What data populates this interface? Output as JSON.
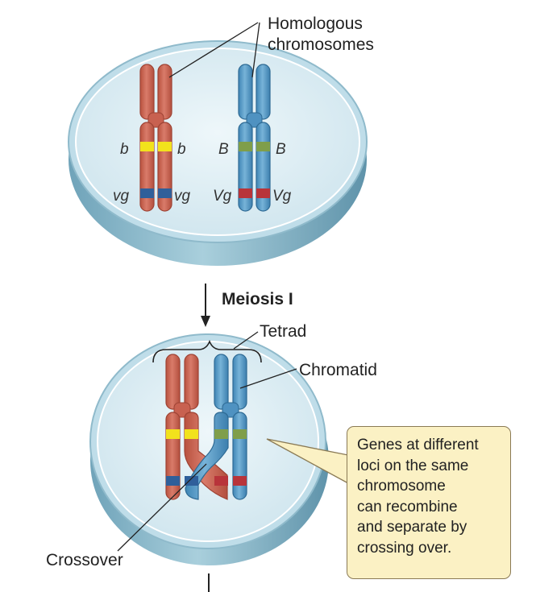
{
  "labels": {
    "homologous_line1": "Homologous",
    "homologous_line2": "chromosomes",
    "meiosis": "Meiosis I",
    "tetrad": "Tetrad",
    "chromatid": "Chromatid",
    "crossover": "Crossover"
  },
  "genes": {
    "b_left": "b",
    "b_right": "b",
    "B_left": "B",
    "B_right": "B",
    "vg_left": "vg",
    "vg_right": "vg",
    "Vg_left": "Vg",
    "Vg_right": "Vg"
  },
  "note": {
    "lines": [
      "Genes at different",
      "loci on the same",
      "chromosome",
      "can recombine",
      "and separate by",
      "crossing over."
    ]
  },
  "colors": {
    "red_chromosome": "#cf6a5a",
    "blue_chromosome": "#5d9ec8",
    "yellow_band": "#f2e21c",
    "green_band": "#7f9e4a",
    "navy_band": "#2f5f9a",
    "crimson_band": "#b8343a",
    "cell_fill": "#dcedf3",
    "cell_rim": "#8fbacb",
    "note_fill": "#fbf1c4"
  }
}
